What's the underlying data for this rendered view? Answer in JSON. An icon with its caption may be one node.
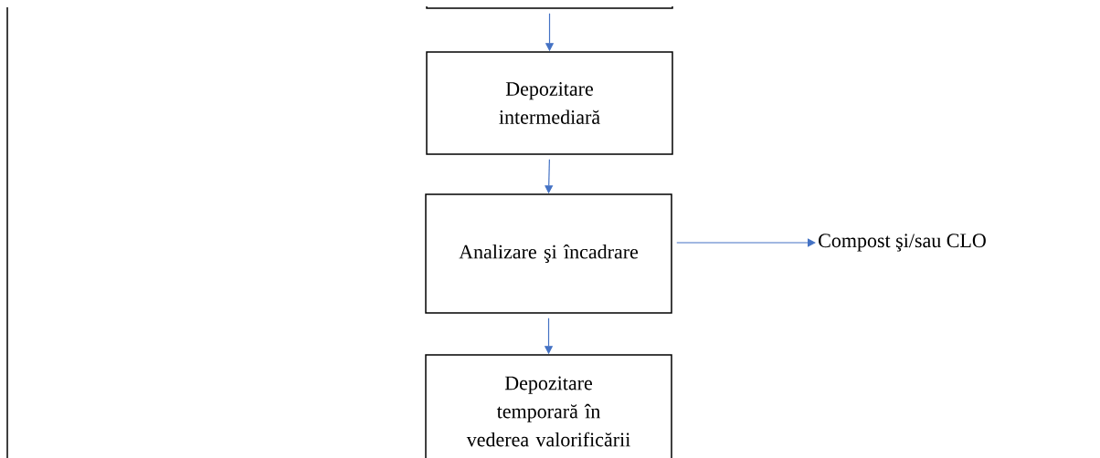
{
  "diagram": {
    "nodes": [
      {
        "text": [],
        "shape": "box"
      },
      {
        "text": [
          "Depozitare intermediară"
        ]
      },
      {
        "text": [
          "Analizare şi încadrare"
        ]
      },
      {
        "text": [
          "Depozitare temporară în vederea valorificării"
        ]
      },
      {
        "text": [
          "Compost şi/sau CLO"
        ]
      }
    ],
    "edges": [
      {
        "from": 0,
        "to": 1,
        "arrow": "to",
        "color": "#4472c4"
      },
      {
        "from": 1,
        "to": 2,
        "arrow": "to",
        "color": "#4472c4"
      },
      {
        "from": 2,
        "to": 4,
        "arrow": "to",
        "color": "#4472c4"
      },
      {
        "from": 2,
        "to": 3,
        "arrow": "to",
        "color": "#4472c4"
      }
    ]
  }
}
